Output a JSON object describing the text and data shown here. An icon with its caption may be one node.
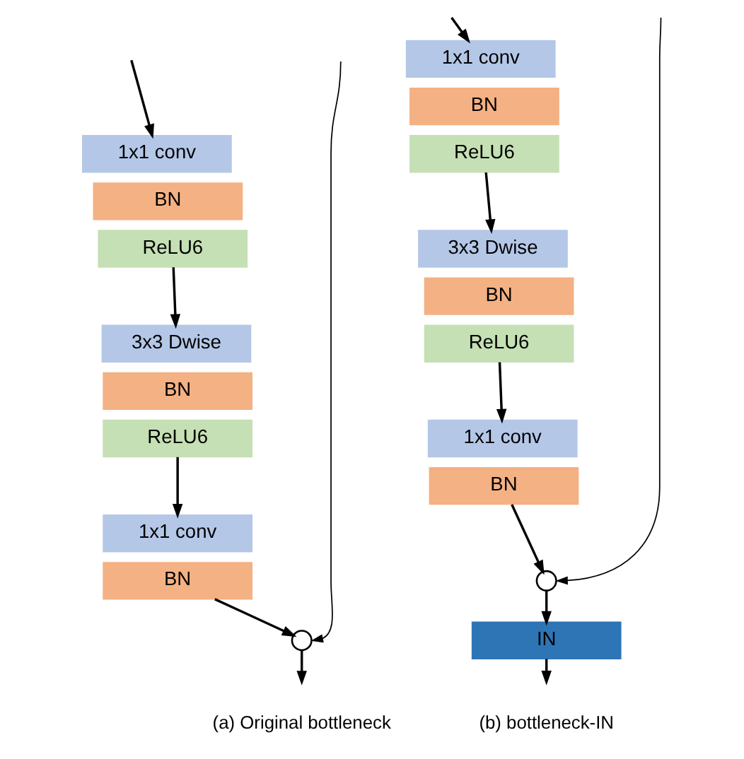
{
  "diagram": {
    "nodes": [
      {
        "text": [
          "1x1 conv"
        ]
      },
      {
        "text": [
          "BN"
        ]
      },
      {
        "text": [
          "ReLU6"
        ]
      },
      {
        "text": [
          "3x3 Dwise"
        ]
      },
      {
        "text": [
          "BN"
        ]
      },
      {
        "text": [
          "ReLU6"
        ]
      },
      {
        "text": [
          "1x1 conv"
        ]
      },
      {
        "text": [
          "BN"
        ]
      },
      {
        "text": [],
        "shape": "circle"
      },
      {
        "text": [
          "1x1 conv"
        ]
      },
      {
        "text": [
          "BN"
        ]
      },
      {
        "text": [
          "ReLU6"
        ]
      },
      {
        "text": [
          "3x3 Dwise"
        ]
      },
      {
        "text": [
          "BN"
        ]
      },
      {
        "text": [
          "ReLU6"
        ]
      },
      {
        "text": [
          "1x1 conv"
        ]
      },
      {
        "text": [
          "BN"
        ]
      },
      {
        "text": [],
        "shape": "circle"
      },
      {
        "text": [
          "IN"
        ]
      }
    ],
    "edges": [
      {
        "from": null,
        "to": 0,
        "arrow": "to"
      },
      {
        "from": 2,
        "to": 3,
        "arrow": "to"
      },
      {
        "from": 5,
        "to": 6,
        "arrow": "to"
      },
      {
        "from": null,
        "to": 8,
        "arrow": "to"
      },
      {
        "from": 7,
        "to": 8,
        "arrow": "to"
      },
      {
        "from": 8,
        "to": null,
        "arrow": "to"
      },
      {
        "from": null,
        "to": 9,
        "arrow": "to"
      },
      {
        "from": 11,
        "to": 12,
        "arrow": "to"
      },
      {
        "from": 14,
        "to": 15,
        "arrow": "to"
      },
      {
        "from": null,
        "to": 17,
        "arrow": "to"
      },
      {
        "from": 16,
        "to": 17,
        "arrow": "to"
      },
      {
        "from": 17,
        "to": 18,
        "arrow": "to"
      },
      {
        "from": 18,
        "to": null,
        "arrow": "to"
      }
    ],
    "labels": [
      "(a) Original bottleneck",
      "(b) bottleneck-IN"
    ]
  }
}
